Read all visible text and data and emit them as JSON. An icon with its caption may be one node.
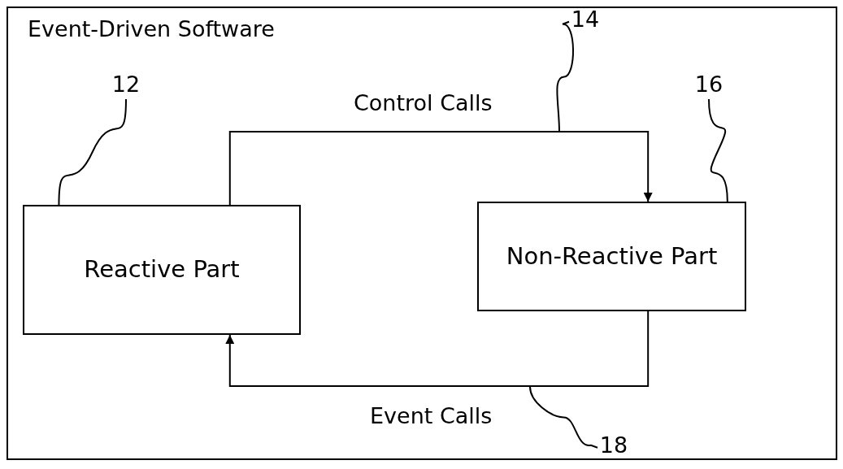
{
  "diagram": {
    "nodes": [
      {
        "text": [
          "Event-Driven Software"
        ]
      },
      {
        "text": [
          "Reactive Part"
        ],
        "in": 0
      },
      {
        "text": [
          "Non-Reactive Part"
        ],
        "in": 0
      },
      {
        "text": [
          "12"
        ],
        "in": 0
      },
      {
        "text": [
          "14"
        ],
        "in": 0
      },
      {
        "text": [
          "16"
        ],
        "in": 0
      },
      {
        "text": [
          "18"
        ],
        "in": 0
      }
    ],
    "edges": [
      {
        "from": 1,
        "to": 2,
        "arrow": "to",
        "label": "Control Calls"
      },
      {
        "from": 2,
        "to": 1,
        "arrow": "to",
        "label": "Event Calls"
      },
      {
        "from": 3,
        "to": 1,
        "arrow": "none"
      },
      {
        "from": 4,
        "to": null,
        "arrow": "none"
      },
      {
        "from": 5,
        "to": 2,
        "arrow": "none"
      },
      {
        "from": 6,
        "to": null,
        "arrow": "none"
      }
    ]
  }
}
